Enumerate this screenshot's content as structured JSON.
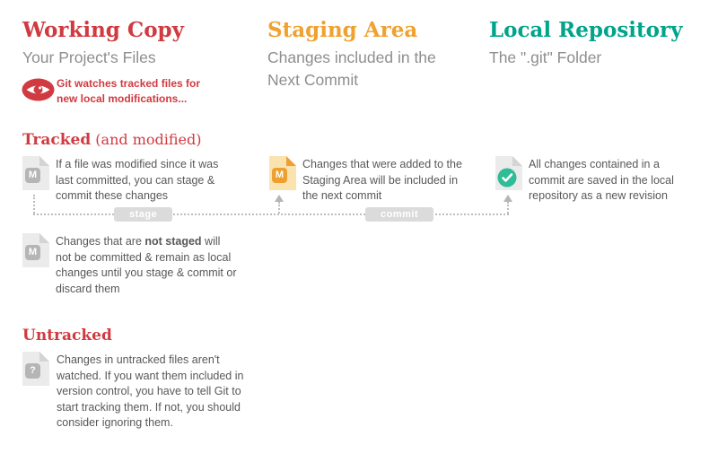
{
  "colors": {
    "red": "#d03a40",
    "orange": "#f0a12f",
    "teal": "#00a48b",
    "check_green": "#2ebd96",
    "body_gray": "#58585a",
    "subtitle_gray": "#8e8e90"
  },
  "columns": {
    "working_copy": {
      "title": "Working Copy",
      "subtitle": "Your Project's Files",
      "watch_note": "Git watches tracked files for new local modifications..."
    },
    "staging_area": {
      "title": "Staging Area",
      "subtitle": "Changes included in the Next Commit"
    },
    "local_repository": {
      "title": "Local Repository",
      "subtitle": "The \".git\" Folder"
    }
  },
  "sections": {
    "tracked": {
      "title": "Tracked",
      "suffix": " (and modified)"
    },
    "untracked": {
      "title": "Untracked"
    }
  },
  "flow": {
    "stage_label": "stage",
    "commit_label": "commit"
  },
  "items": {
    "modified": {
      "badge": "M",
      "text": "If a file was modified since it was last committed, you can stage & commit these changes"
    },
    "staged": {
      "badge": "M",
      "text": "Changes that were added to the Staging Area will be included in the next commit"
    },
    "committed": {
      "text": "All changes contained in a commit are saved in the local repository as a new revision"
    },
    "not_staged": {
      "badge": "M",
      "text_before": "Changes that are ",
      "text_bold": "not staged",
      "text_after": " will not be committed & remain as local changes until you stage & commit or discard them"
    },
    "untracked": {
      "badge": "?",
      "text": "Changes in untracked files aren't watched. If you want them included in version control, you have to tell Git to start tracking them. If not, you should consider ignoring them."
    }
  }
}
